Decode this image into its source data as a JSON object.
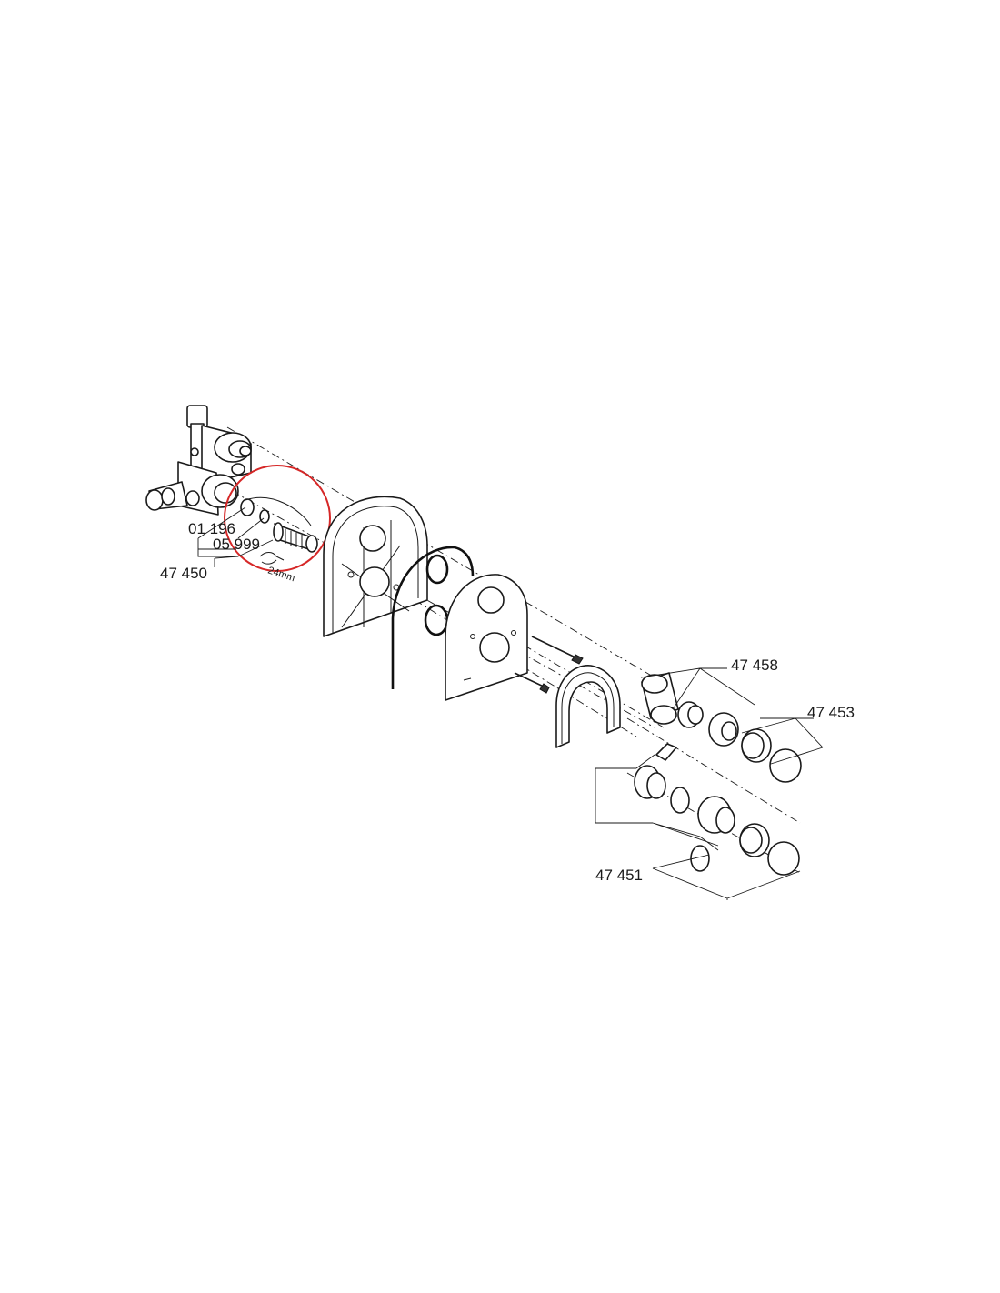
{
  "labels": {
    "part_01196": "01 196",
    "part_05999": "05 999",
    "part_47450": "47 450",
    "wrench_size": "24mm",
    "part_47458": "47 458",
    "part_47453": "47 453",
    "part_47451": "47 451"
  },
  "colors": {
    "line": "#1a1a1a",
    "highlight_circle": "#d62828",
    "background": "#ffffff"
  },
  "icons": {
    "highlight": "red-highlight-circle",
    "wrench": "wrench-icon"
  }
}
